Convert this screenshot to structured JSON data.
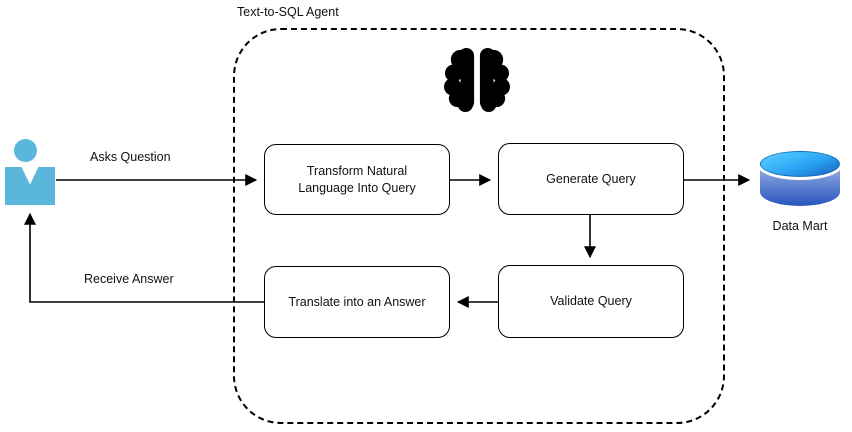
{
  "title": "Text-to-SQL Agent",
  "actor": {
    "icon": "person-icon",
    "ask_label": "Asks Question",
    "receive_label": "Receive Answer"
  },
  "agent": {
    "icon": "brain-icon",
    "steps": {
      "transform": "Transform Natural Language Into Query",
      "generate": "Generate Query",
      "validate": "Validate Query",
      "translate": "Translate into an Answer"
    }
  },
  "datastore": {
    "icon": "database-cylinder-icon",
    "label": "Data Mart"
  },
  "colors": {
    "actor-fill": "#5BB6DC",
    "line": "#000000",
    "db-top-light": "#55CCFF",
    "db-top-dark": "#1565C0",
    "db-body-light": "#9FB4E4",
    "db-body-dark": "#2B55BE"
  }
}
